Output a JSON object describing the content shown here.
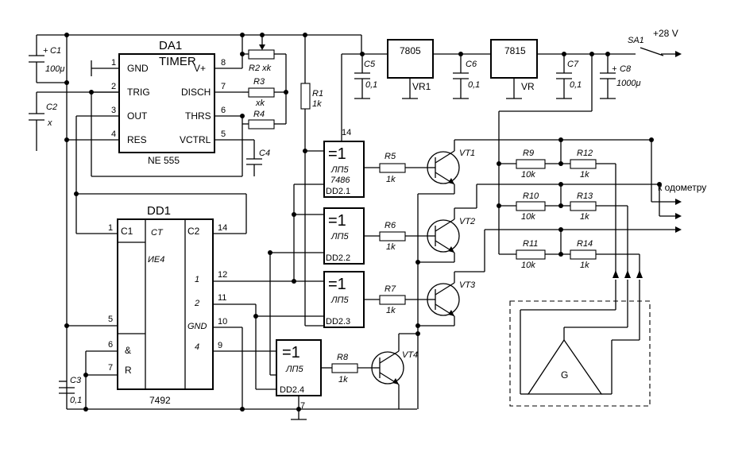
{
  "supply": "+28 V",
  "switch_label": "SA1",
  "odometer_label": "к одометру",
  "ground_pin": "7",
  "da1": {
    "title": "DA1",
    "name": "TIMER",
    "part": "NE 555",
    "pins_left": [
      {
        "num": "1",
        "name": "GND"
      },
      {
        "num": "2",
        "name": "TRIG"
      },
      {
        "num": "3",
        "name": "OUT"
      },
      {
        "num": "4",
        "name": "RES"
      }
    ],
    "pins_right": [
      {
        "num": "8",
        "name": "V+"
      },
      {
        "num": "7",
        "name": "DISCH"
      },
      {
        "num": "6",
        "name": "THRS"
      },
      {
        "num": "5",
        "name": "VCTRL"
      }
    ]
  },
  "dd1": {
    "title": "DD1",
    "part": "7492",
    "inner_ct": "CT",
    "inner_type": "ИЕ4",
    "c1": "C1",
    "c2": "C2",
    "and_sym": "&",
    "r_sym": "R",
    "gnd": "GND",
    "out1": "1",
    "out2": "2",
    "out4": "4",
    "pins": {
      "p1": "1",
      "p14": "14",
      "p5": "5",
      "p6": "6",
      "p7": "7",
      "p12": "12",
      "p11": "11",
      "p10": "10",
      "p9": "9"
    }
  },
  "gates": [
    {
      "sym": "=1",
      "type": "ЛП5",
      "extra": "7486",
      "ref": "DD2.1",
      "pin": "14"
    },
    {
      "sym": "=1",
      "type": "ЛП5",
      "ref": "DD2.2"
    },
    {
      "sym": "=1",
      "type": "ЛП5",
      "ref": "DD2.3"
    },
    {
      "sym": "=1",
      "type": "ЛП5",
      "ref": "DD2.4"
    }
  ],
  "regulators": [
    {
      "part": "7805",
      "ref": "VR1"
    },
    {
      "part": "7815",
      "ref": "VR"
    }
  ],
  "capacitors": {
    "c1": {
      "ref": "C1",
      "value": "100μ",
      "plus": "+"
    },
    "c2": {
      "ref": "C2",
      "value": "x"
    },
    "c3": {
      "ref": "C3",
      "value": "0,1"
    },
    "c4": {
      "ref": "C4"
    },
    "c5": {
      "ref": "C5",
      "value": "0,1"
    },
    "c6": {
      "ref": "C6",
      "value": "0,1"
    },
    "c7": {
      "ref": "C7",
      "value": "0,1"
    },
    "c8": {
      "ref": "C8",
      "value": "1000μ",
      "plus": "+"
    }
  },
  "resistors": {
    "r1": {
      "ref": "R1",
      "value": "1k"
    },
    "r2": {
      "ref": "R2 xk"
    },
    "r3": {
      "ref": "R3",
      "value": "xk"
    },
    "r4": {
      "ref": "R4"
    },
    "r5": {
      "ref": "R5",
      "value": "1k"
    },
    "r6": {
      "ref": "R6",
      "value": "1k"
    },
    "r7": {
      "ref": "R7",
      "value": "1k"
    },
    "r8": {
      "ref": "R8",
      "value": "1k"
    },
    "r9": {
      "ref": "R9",
      "value": "10k"
    },
    "r10": {
      "ref": "R10",
      "value": "10k"
    },
    "r11": {
      "ref": "R11",
      "value": "10k"
    },
    "r12": {
      "ref": "R12",
      "value": "1k"
    },
    "r13": {
      "ref": "R13",
      "value": "1k"
    },
    "r14": {
      "ref": "R14",
      "value": "1k"
    }
  },
  "transistors": [
    "VT1",
    "VT2",
    "VT3",
    "VT4"
  ],
  "generator": "G"
}
